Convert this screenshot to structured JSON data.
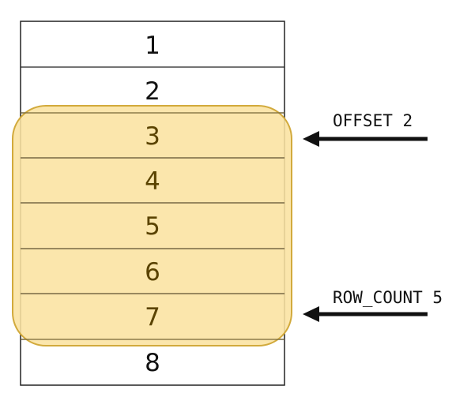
{
  "table": {
    "rows": [
      "1",
      "2",
      "3",
      "4",
      "5",
      "6",
      "7",
      "8"
    ]
  },
  "selection": {
    "first_row_index": 2,
    "row_count": 5,
    "fill_color": "#fbe3a1",
    "stroke_color": "#d2aa3c"
  },
  "annotations": {
    "offset_label": "OFFSET 2",
    "row_count_label": "ROW_COUNT 5"
  },
  "colors": {
    "grid_line": "#222222",
    "arrow": "#111111",
    "selected_text": "#5a4300"
  }
}
